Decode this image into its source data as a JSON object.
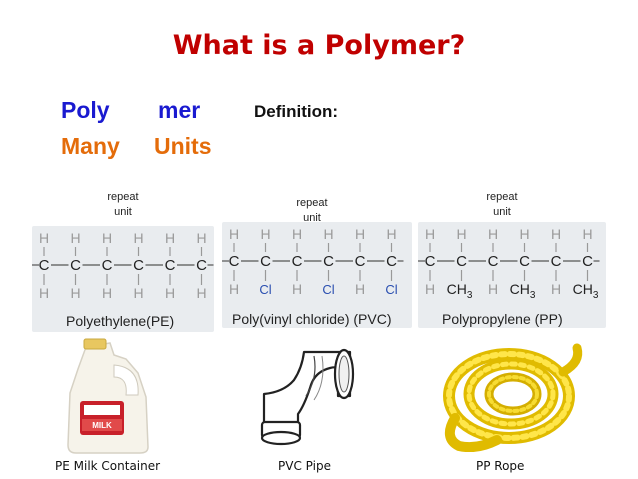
{
  "slide": {
    "title": "What is a Polymer?",
    "poly": "Poly",
    "mer": "mer",
    "many": "Many",
    "units": "Units",
    "definition": "Definition:"
  },
  "repeat_unit": {
    "line1": "repeat",
    "line2": "unit"
  },
  "polymers": [
    {
      "name": "Polyethylene(PE)",
      "top_atoms": [
        "H",
        "H",
        "H",
        "H",
        "H",
        "H"
      ],
      "bottom_atoms": [
        "H",
        "H",
        "H",
        "H",
        "H",
        "H"
      ],
      "caption": "PE Milk Container"
    },
    {
      "name": "Poly(vinyl chloride) (PVC)",
      "top_atoms": [
        "H",
        "H",
        "H",
        "H",
        "H",
        "H"
      ],
      "bottom_atoms": [
        "H",
        "Cl",
        "H",
        "Cl",
        "H",
        "Cl"
      ],
      "caption": "PVC Pipe"
    },
    {
      "name": "Polypropylene (PP)",
      "top_atoms": [
        "H",
        "H",
        "H",
        "H",
        "H",
        "H"
      ],
      "bottom_atoms": [
        "H",
        "CH3",
        "H",
        "CH3",
        "H",
        "CH3"
      ],
      "caption": "PP Rope"
    }
  ],
  "chain_atom": "C",
  "milk_label": "MILK",
  "colors": {
    "title": "#c00000",
    "poly_blue": "#1a1ad0",
    "many_orange": "#e46c0a",
    "chlorine": "#2a4fb0",
    "rope": "#f2d200"
  }
}
